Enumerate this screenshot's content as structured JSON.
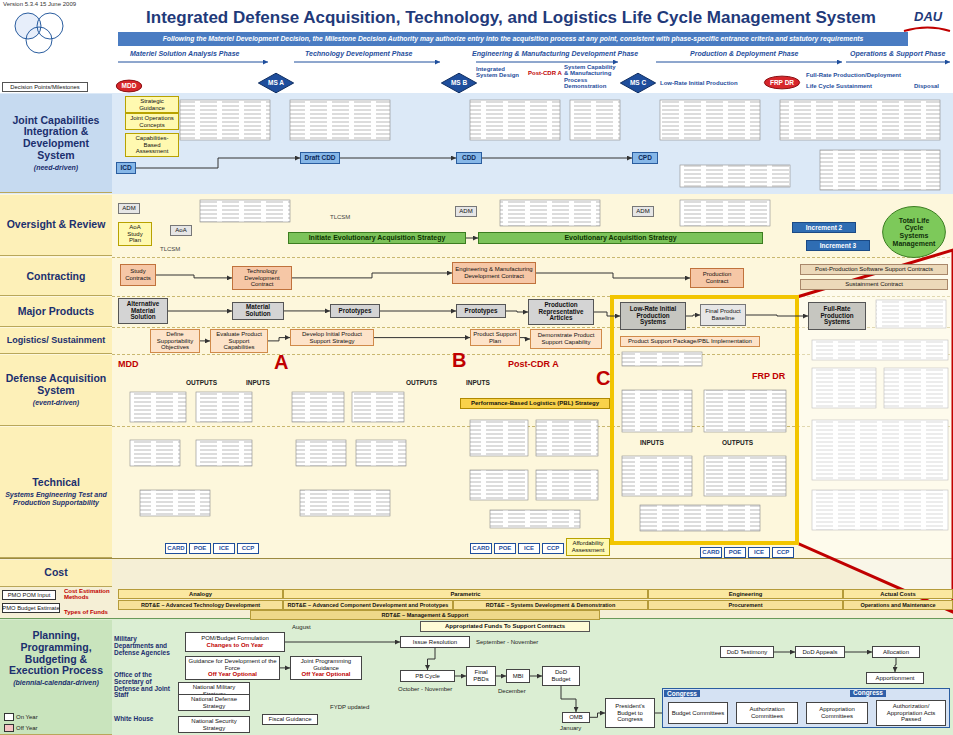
{
  "diagram": {
    "title": "Integrated Defense Acquisition, Technology, and Logistics Life Cycle Management System",
    "nodes": [
      {
        "text": [
          "Following the Materiel Development Decision, the Milestone Decision Authority may authorize entry into the acquisition process at any point, consistent with phase-specific entrance criteria and statutory requirements"
        ]
      },
      {
        "text": [
          "Joint Capabilities Integration & Development System",
          "(need-driven)"
        ]
      },
      {
        "text": [
          "Oversight & Review"
        ]
      },
      {
        "text": [
          "Contracting"
        ]
      },
      {
        "text": [
          "Major Products"
        ]
      },
      {
        "text": [
          "Logistics/ Sustainment"
        ]
      },
      {
        "text": [
          "Defense Acquisition System",
          "(event-driven)"
        ]
      },
      {
        "text": [
          "Technical",
          "Systems Engineering Test and Production Supportability"
        ]
      },
      {
        "text": [
          "Cost"
        ]
      },
      {
        "text": [
          "Planning, Programming, Budgeting & Execution Process",
          "(biennial-calendar-driven)"
        ]
      },
      {
        "text": [
          "Decision Points/Milestones"
        ]
      },
      {
        "text": [
          "MDD"
        ]
      },
      {
        "text": [
          "MS A"
        ]
      },
      {
        "text": [
          "MS B"
        ]
      },
      {
        "text": [
          "MS C"
        ]
      },
      {
        "text": [
          "FRP DR"
        ]
      },
      {
        "text": [
          "Strategic Guidance"
        ]
      },
      {
        "text": [
          "Joint Operations Concepts"
        ]
      },
      {
        "text": [
          "Capabilities-Based Assessment"
        ]
      },
      {
        "text": [
          "ICD"
        ]
      },
      {
        "text": [
          "Draft CDD"
        ]
      },
      {
        "text": [
          "CDD"
        ]
      },
      {
        "text": [
          "CPD"
        ]
      },
      {
        "text": [
          "Total Life Cycle Systems Management"
        ]
      },
      {
        "text": [
          "ADM"
        ]
      },
      {
        "text": [
          "AoA Study Plan"
        ]
      },
      {
        "text": [
          "AoA"
        ]
      },
      {
        "text": [
          "ADM"
        ]
      },
      {
        "text": [
          "ADM"
        ]
      },
      {
        "text": [
          "Initiate Evolutionary Acquisition Strategy"
        ]
      },
      {
        "text": [
          "Evolutionary Acquisition Strategy"
        ]
      },
      {
        "text": [
          "Increment 2"
        ]
      },
      {
        "text": [
          "Increment 3"
        ]
      },
      {
        "text": [
          "Study Contracts"
        ]
      },
      {
        "text": [
          "Technology Development Contract"
        ]
      },
      {
        "text": [
          "Engineering & Manufacturing Development Contract"
        ]
      },
      {
        "text": [
          "Production Contract"
        ]
      },
      {
        "text": [
          "Post-Production Software Support Contracts"
        ]
      },
      {
        "text": [
          "Sustainment Contract"
        ]
      },
      {
        "text": [
          "Alternative Material Solution"
        ]
      },
      {
        "text": [
          "Material Solution"
        ]
      },
      {
        "text": [
          "Prototypes"
        ]
      },
      {
        "text": [
          "Prototypes"
        ]
      },
      {
        "text": [
          "Production Representative Articles"
        ]
      },
      {
        "text": [
          "Low-Rate Initial Production Systems"
        ]
      },
      {
        "text": [
          "Final Product Baseline"
        ]
      },
      {
        "text": [
          "Full-Rate Production Systems"
        ]
      },
      {
        "text": [
          "Define Supportability Objectives"
        ]
      },
      {
        "text": [
          "Evaluate Product Support Capabilities"
        ]
      },
      {
        "text": [
          "Develop Initial Product Support Strategy"
        ]
      },
      {
        "text": [
          "Product Support Plan"
        ]
      },
      {
        "text": [
          "Demonstrate Product Support Capability"
        ]
      },
      {
        "text": [
          "Product Support Package/PBL Implementation"
        ]
      },
      {
        "text": [
          "Performance-Based Logistics (PBL) Strategy"
        ]
      },
      {
        "text": [
          "CARD"
        ]
      },
      {
        "text": [
          "POE"
        ]
      },
      {
        "text": [
          "ICE"
        ]
      },
      {
        "text": [
          "CCP"
        ]
      },
      {
        "text": [
          "CARD"
        ]
      },
      {
        "text": [
          "POE"
        ]
      },
      {
        "text": [
          "ICE"
        ]
      },
      {
        "text": [
          "CCP"
        ]
      },
      {
        "text": [
          "Affordability Assessment"
        ]
      },
      {
        "text": [
          "CARD"
        ]
      },
      {
        "text": [
          "POE"
        ]
      },
      {
        "text": [
          "ICE"
        ]
      },
      {
        "text": [
          "CCP"
        ]
      },
      {
        "text": [
          "Analogy"
        ]
      },
      {
        "text": [
          "Parametric"
        ]
      },
      {
        "text": [
          "Engineering"
        ]
      },
      {
        "text": [
          "Actual Costs"
        ]
      },
      {
        "text": [
          "RDT&E – Advanced Technology Development"
        ]
      },
      {
        "text": [
          "RDT&E – Advanced Component Development and Prototypes"
        ]
      },
      {
        "text": [
          "RDT&E – Systems Development & Demonstration"
        ]
      },
      {
        "text": [
          "Procurement"
        ]
      },
      {
        "text": [
          "Operations and Maintenance"
        ]
      },
      {
        "text": [
          "RDT&E – Management & Support"
        ]
      },
      {
        "text": [
          "PMO POM Input"
        ]
      },
      {
        "text": [
          "PMO Budget Estimate"
        ]
      },
      {
        "text": [
          "Appropriated Funds To Support Contracts"
        ]
      },
      {
        "text": [
          "POM/Budget Formulation",
          "Changes to On Year"
        ]
      },
      {
        "text": [
          "Guidance for Development of the Force",
          "Off Year Optional"
        ]
      },
      {
        "text": [
          "Joint Programming Guidance",
          "Off Year Optional"
        ]
      },
      {
        "text": [
          "National Military Strategy"
        ]
      },
      {
        "text": [
          "National Defense Strategy"
        ]
      },
      {
        "text": [
          "National Security Strategy"
        ]
      },
      {
        "text": [
          "Fiscal Guidance"
        ]
      },
      {
        "text": [
          "Issue Resolution"
        ]
      },
      {
        "text": [
          "PB Cycle"
        ]
      },
      {
        "text": [
          "Final PBDs"
        ]
      },
      {
        "text": [
          "MBI"
        ]
      },
      {
        "text": [
          "DoD Budget"
        ]
      },
      {
        "text": [
          "OMB"
        ]
      },
      {
        "text": [
          "President's Budget to Congress"
        ]
      },
      {
        "text": [
          "DoD Testimony"
        ]
      },
      {
        "text": [
          "DoD Appeals"
        ]
      },
      {
        "text": [
          "Allocation"
        ]
      },
      {
        "text": [
          "Apportionment"
        ]
      },
      {
        "text": [
          "Congress"
        ]
      },
      {
        "text": [
          "Budget Committees"
        ],
        "in": 98
      },
      {
        "text": [
          "Authorization Committees"
        ],
        "in": 98
      },
      {
        "text": [
          "Appropriation Committees"
        ],
        "in": 98
      },
      {
        "text": [
          "Authorization/ Appropriation Acts Passed"
        ],
        "in": 98
      }
    ],
    "edges": [
      {
        "from": 19,
        "to": 20,
        "arrow": "to"
      },
      {
        "from": 20,
        "to": 21,
        "arrow": "to"
      },
      {
        "from": 21,
        "to": 22,
        "arrow": "to"
      },
      {
        "from": 29,
        "to": 30,
        "arrow": "to"
      },
      {
        "from": 33,
        "to": 34,
        "arrow": "to"
      },
      {
        "from": 34,
        "to": 35,
        "arrow": "to"
      },
      {
        "from": 35,
        "to": 36,
        "arrow": "to"
      },
      {
        "from": 39,
        "to": 40,
        "arrow": "to"
      },
      {
        "from": 40,
        "to": 41,
        "arrow": "to"
      },
      {
        "from": 41,
        "to": 42,
        "arrow": "to"
      },
      {
        "from": 42,
        "to": 43,
        "arrow": "to"
      },
      {
        "from": 43,
        "to": 44,
        "arrow": "to"
      },
      {
        "from": 44,
        "to": 45,
        "arrow": "to"
      },
      {
        "from": 45,
        "to": 46,
        "arrow": "to"
      },
      {
        "from": 47,
        "to": 48,
        "arrow": "to"
      },
      {
        "from": 48,
        "to": 49,
        "arrow": "to"
      },
      {
        "from": 49,
        "to": 50,
        "arrow": "to"
      },
      {
        "from": 50,
        "to": 51,
        "arrow": "to"
      },
      {
        "from": 80,
        "to": 87,
        "arrow": "to"
      },
      {
        "from": 87,
        "to": 88,
        "arrow": "to"
      },
      {
        "from": 81,
        "to": 82,
        "arrow": "to"
      },
      {
        "from": 88,
        "to": 89,
        "arrow": "to"
      },
      {
        "from": 89,
        "to": 90,
        "arrow": "to"
      },
      {
        "from": 90,
        "to": 91,
        "arrow": "to"
      },
      {
        "from": 91,
        "to": 92,
        "arrow": "to"
      },
      {
        "from": 92,
        "to": 93,
        "arrow": "to"
      },
      {
        "from": 93,
        "to": 99,
        "arrow": "to"
      },
      {
        "from": 94,
        "to": 95,
        "arrow": "to"
      },
      {
        "from": 95,
        "to": 96,
        "arrow": "to"
      },
      {
        "from": 96,
        "to": 97,
        "arrow": "to"
      },
      {
        "from": 99,
        "to": 100,
        "arrow": "to"
      },
      {
        "from": 100,
        "to": 101,
        "arrow": "to"
      },
      {
        "from": 101,
        "to": 102,
        "arrow": "to"
      }
    ],
    "labels": [
      "Version 5.3.4 15 June 2009",
      "DAU",
      "Materiel Solution Analysis Phase",
      "Technology Development Phase",
      "Engineering & Manufacturing Development Phase",
      "Production & Deployment Phase",
      "Operations & Support Phase",
      "Integrated System Design",
      "Post-CDR A",
      "System Capability & Manufacturing Process Demonstration",
      "Low-Rate Initial Production",
      "Full-Rate Production/Deployment",
      "Life Cycle Sustainment",
      "Disposal",
      "Military Departments and Defense Agencies",
      "Office of the Secretary of Defense and Joint Staff",
      "White House",
      "Cost Estimation Methods",
      "Types of Funds",
      "A",
      "B",
      "C",
      "MDD",
      "Post-CDR A",
      "FRP DR",
      "OUTPUTS",
      "INPUTS",
      "OUTPUTS",
      "INPUTS",
      "INPUTS",
      "OUTPUTS",
      "TLCSM",
      "TLCSM",
      "August",
      "September - November",
      "October - November",
      "December",
      "FYDP updated",
      "January",
      "Congress"
    ],
    "legend": [
      {
        "text": "On Year",
        "color": "#ffffff"
      },
      {
        "text": "Off Year",
        "color": "#f6c4c4"
      }
    ]
  }
}
